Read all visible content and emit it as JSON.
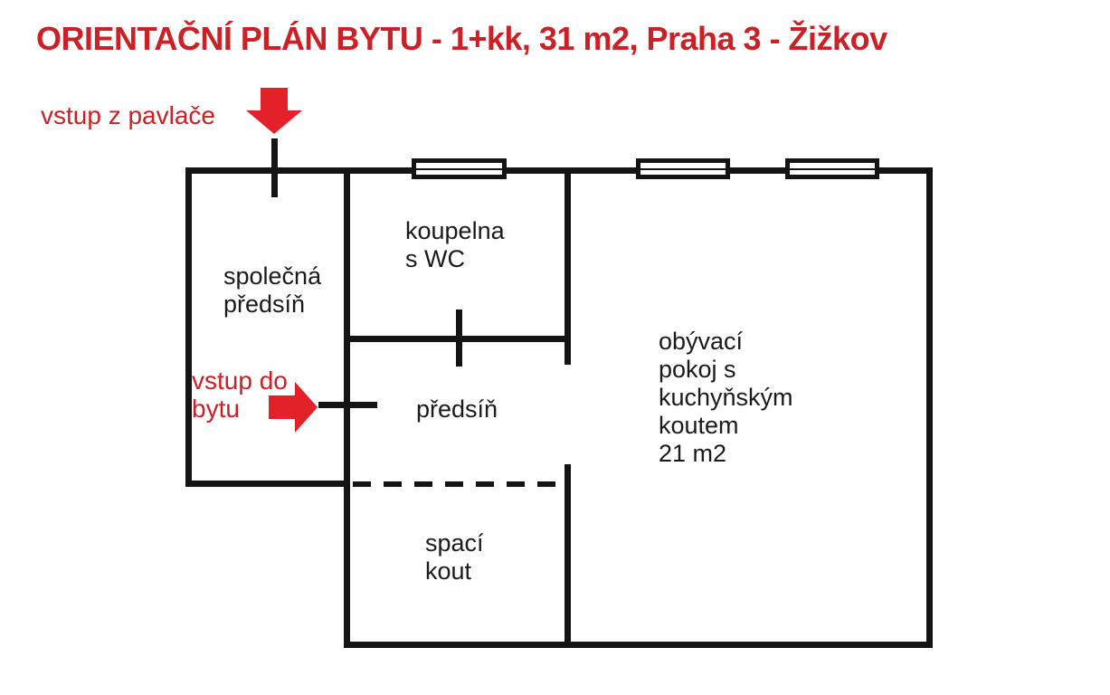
{
  "title": "ORIENTAČNÍ PLÁN BYTU - 1+kk, 31 m2, Praha 3 - Žižkov",
  "colors": {
    "text_red": "#cb2026",
    "arrow_red": "#e22128",
    "wall_black": "#141414"
  },
  "annotations": {
    "entry_from_gallery": "vstup z pavlače",
    "entry_to_flat": "vstup do\nbytu"
  },
  "rooms": [
    {
      "id": "spolecna-predsin",
      "label": "společná\npředsíň"
    },
    {
      "id": "koupelna",
      "label": "koupelna\ns WC"
    },
    {
      "id": "predsin",
      "label": "předsíň"
    },
    {
      "id": "spaci-kout",
      "label": "spací\nkout"
    },
    {
      "id": "obyvaci-pokoj",
      "label": "obývací\npokoj s\nkuchyňským\nkoutem\n21 m2"
    }
  ]
}
